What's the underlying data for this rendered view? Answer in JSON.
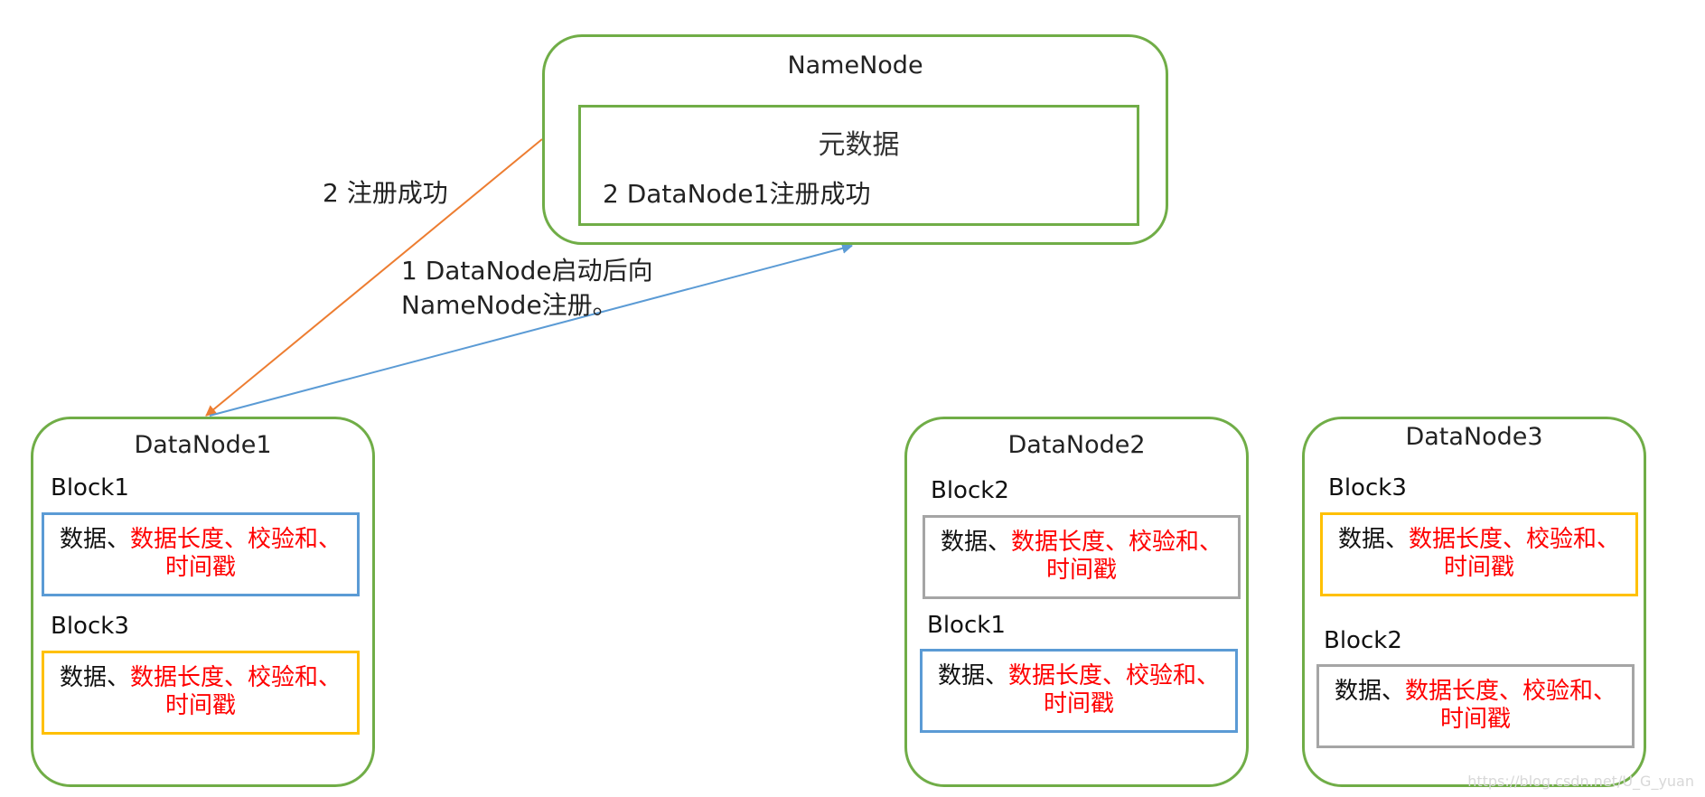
{
  "colors": {
    "node_border": "#70ad47",
    "block1_border": "#5b9bd5",
    "block2_border": "#a5a5a5",
    "block3_border": "#ffc000",
    "highlight_text": "#ff0000",
    "register_arrow": "#5b9bd5",
    "success_arrow": "#ed7d31"
  },
  "namenode": {
    "title": "NameNode",
    "metadata_title": "元数据",
    "metadata_entry": "2 DataNode1注册成功"
  },
  "annotations": {
    "success": "2 注册成功",
    "register_line1": "1 DataNode启动后向",
    "register_line2": "NameNode注册。"
  },
  "block_content": {
    "prefix": "数据、",
    "highlight": "数据长度、校验和、",
    "line2": "时间戳"
  },
  "datanodes": [
    {
      "title": "DataNode1",
      "blocks": [
        {
          "label": "Block1"
        },
        {
          "label": "Block3"
        }
      ]
    },
    {
      "title": "DataNode2",
      "blocks": [
        {
          "label": "Block2"
        },
        {
          "label": "Block1"
        }
      ]
    },
    {
      "title": "DataNode3",
      "blocks": [
        {
          "label": "Block3"
        },
        {
          "label": "Block2"
        }
      ]
    }
  ],
  "watermark": "https://blog.csdn.net/U_G_yuan"
}
